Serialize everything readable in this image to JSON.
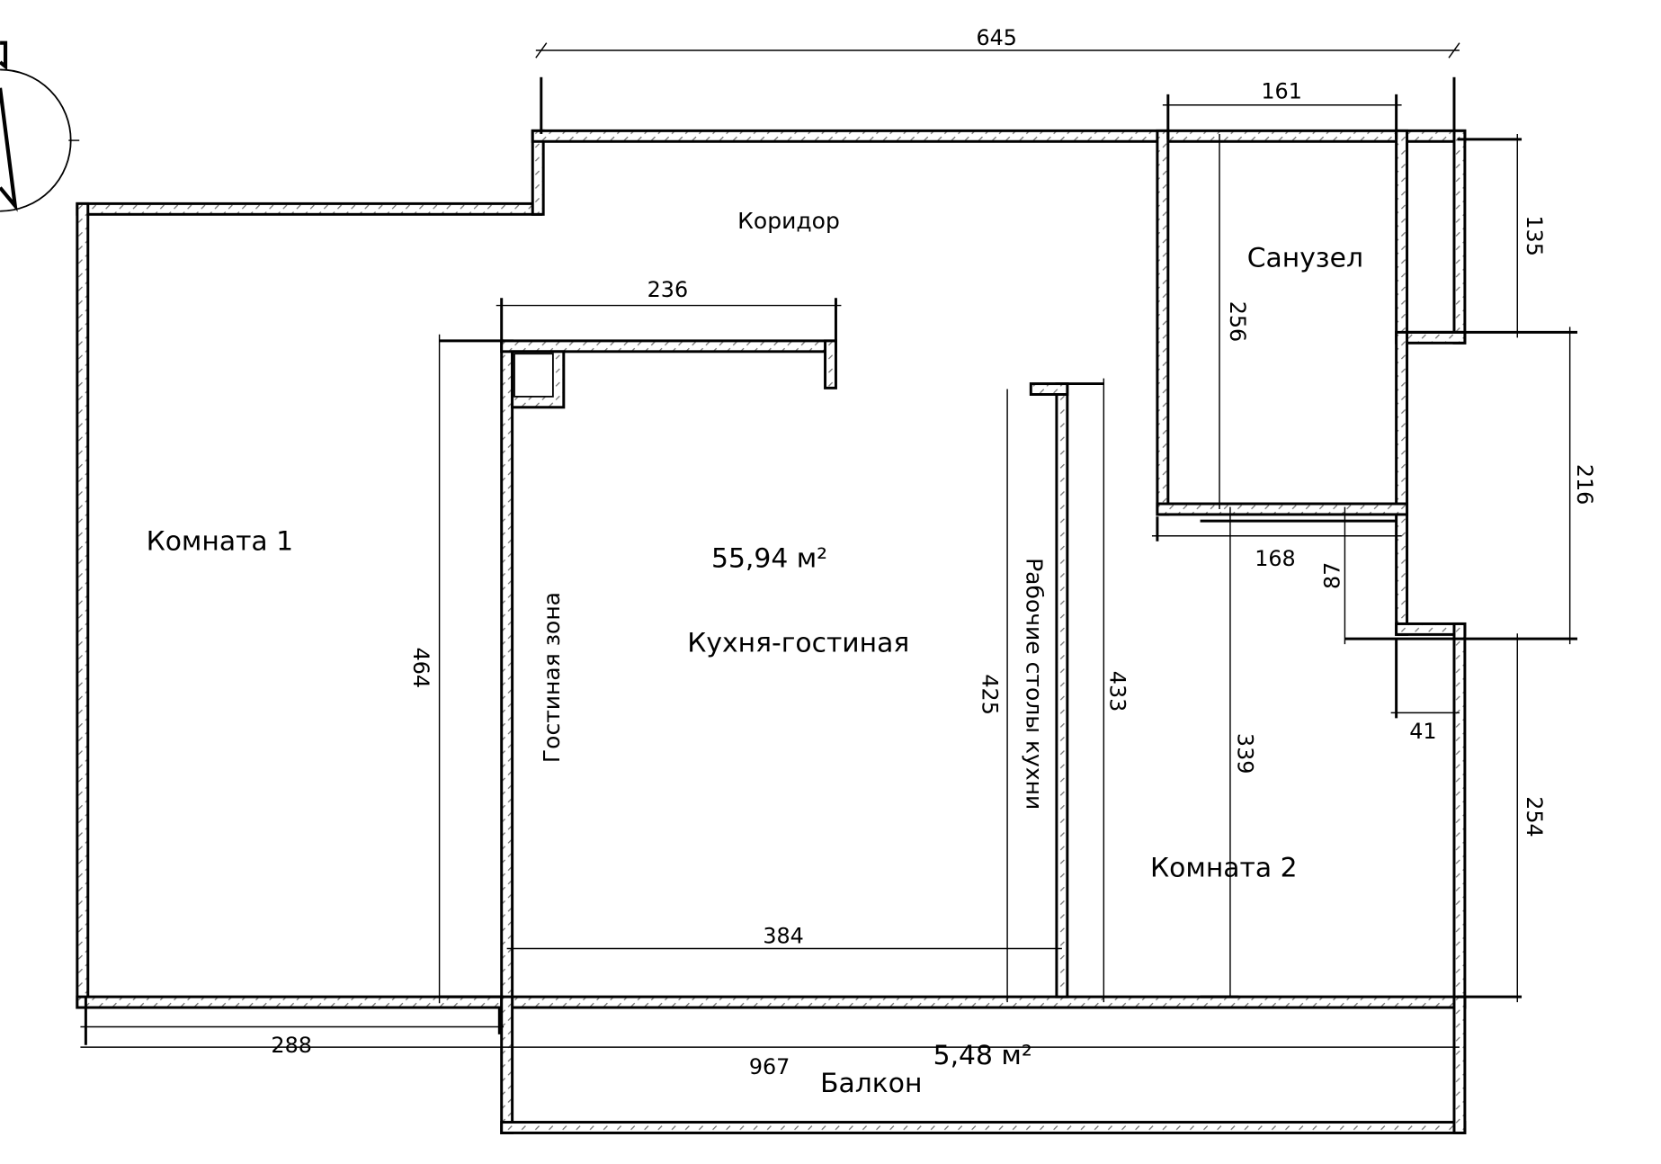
{
  "rooms": {
    "corridor": "Коридор",
    "bathroom": "Санузел",
    "room1": "Комната 1",
    "room2": "Комната 2",
    "kitchen_area": "55,94 м²",
    "kitchen": "Кухня-гостиная",
    "living_zone": "Гостиная зона",
    "work_tables": "Рабочие столы кухни",
    "balcony_area": "5,48 м²",
    "balcony": "Балкон"
  },
  "dimensions": {
    "top_total": "645",
    "bath_width": "161",
    "kitchen_top": "236",
    "room1_height": "464",
    "bath_height": "256",
    "shaft_top": "135",
    "shaft_mid": "216",
    "bath_bottom": "168",
    "step": "87",
    "niche": "41",
    "room2_height": "339",
    "right_lower": "254",
    "work_425": "425",
    "work_433": "433",
    "kitchen_width": "384",
    "room1_width": "288",
    "total_width": "967"
  },
  "compass": {
    "north": "N"
  }
}
